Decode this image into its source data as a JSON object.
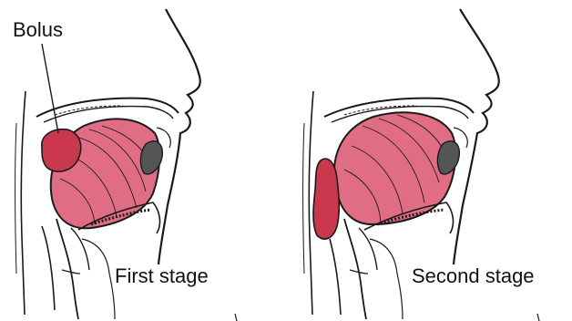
{
  "labels": {
    "bolus": "Bolus",
    "first_stage": "First stage",
    "second_stage": "Second stage"
  },
  "colors": {
    "tongue_fill": "#e06d84",
    "bolus_fill": "#c9384d",
    "line": "#1a1a1a",
    "background": "#ffffff"
  }
}
